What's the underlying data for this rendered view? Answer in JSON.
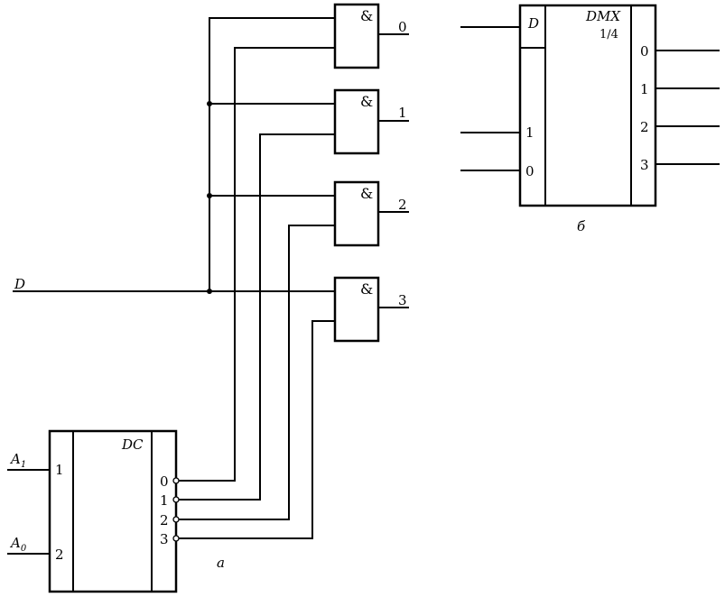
{
  "decoder": {
    "title": "DC",
    "inputs": [
      {
        "signal": "A",
        "index": "1",
        "pin": "1"
      },
      {
        "signal": "A",
        "index": "0",
        "pin": "2"
      }
    ],
    "outputs": [
      "0",
      "1",
      "2",
      "3"
    ]
  },
  "and_gates": {
    "symbol": "&",
    "outputs": [
      "0",
      "1",
      "2",
      "3"
    ]
  },
  "data_input": "D",
  "caption_a": "а",
  "demux": {
    "title": "DMX",
    "ratio": "1/4",
    "data_pin": "D",
    "address_pins": [
      "1",
      "0"
    ],
    "outputs": [
      "0",
      "1",
      "2",
      "3"
    ]
  },
  "caption_b": "б",
  "colors": {
    "ink": "#000000",
    "background": "#ffffff"
  }
}
